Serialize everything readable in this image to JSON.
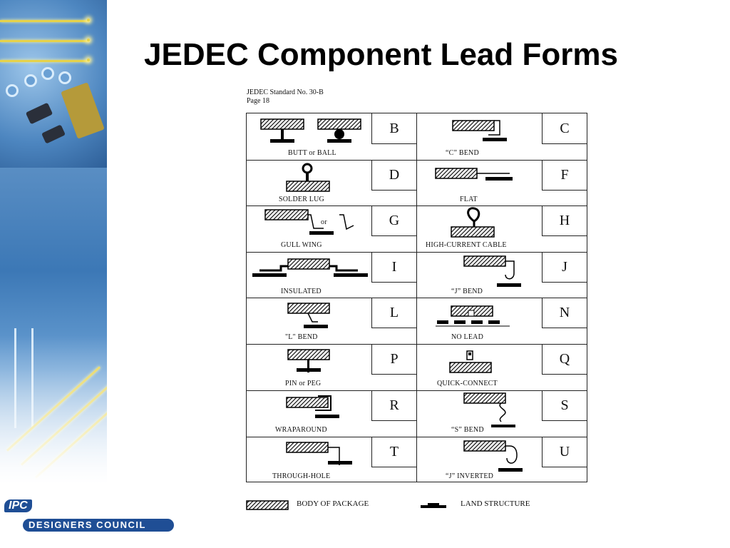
{
  "slide": {
    "title": "JEDEC Component Lead Forms",
    "source_line1": "JEDEC Standard No. 30-B",
    "source_line2": "Page 18"
  },
  "lead_forms": [
    {
      "letter": "B",
      "label": "BUTT or BALL"
    },
    {
      "letter": "C",
      "label": "“C” BEND"
    },
    {
      "letter": "D",
      "label": "SOLDER LUG"
    },
    {
      "letter": "F",
      "label": "FLAT"
    },
    {
      "letter": "G",
      "label": "GULL WING"
    },
    {
      "letter": "H",
      "label": "HIGH-CURRENT CABLE"
    },
    {
      "letter": "I",
      "label": "INSULATED"
    },
    {
      "letter": "J",
      "label": "“J” BEND"
    },
    {
      "letter": "L",
      "label": "\"L\" BEND"
    },
    {
      "letter": "N",
      "label": "NO LEAD"
    },
    {
      "letter": "P",
      "label": "PIN or PEG"
    },
    {
      "letter": "Q",
      "label": "QUICK-CONNECT"
    },
    {
      "letter": "R",
      "label": "WRAPAROUND"
    },
    {
      "letter": "S",
      "label": "“S” BEND"
    },
    {
      "letter": "T",
      "label": "THROUGH-HOLE"
    },
    {
      "letter": "U",
      "label": "“J” INVERTED"
    }
  ],
  "gull_wing_or": "or",
  "legend": {
    "body_label": "BODY OF PACKAGE",
    "land_label": "LAND STRUCTURE"
  },
  "logos": {
    "ipc": "IPC",
    "designers_council": "DESIGNERS COUNCIL"
  },
  "colors": {
    "logo_blue": "#1f4e95",
    "trace_gold": "#e6d24a",
    "panel_blue": "#3c78b6"
  }
}
